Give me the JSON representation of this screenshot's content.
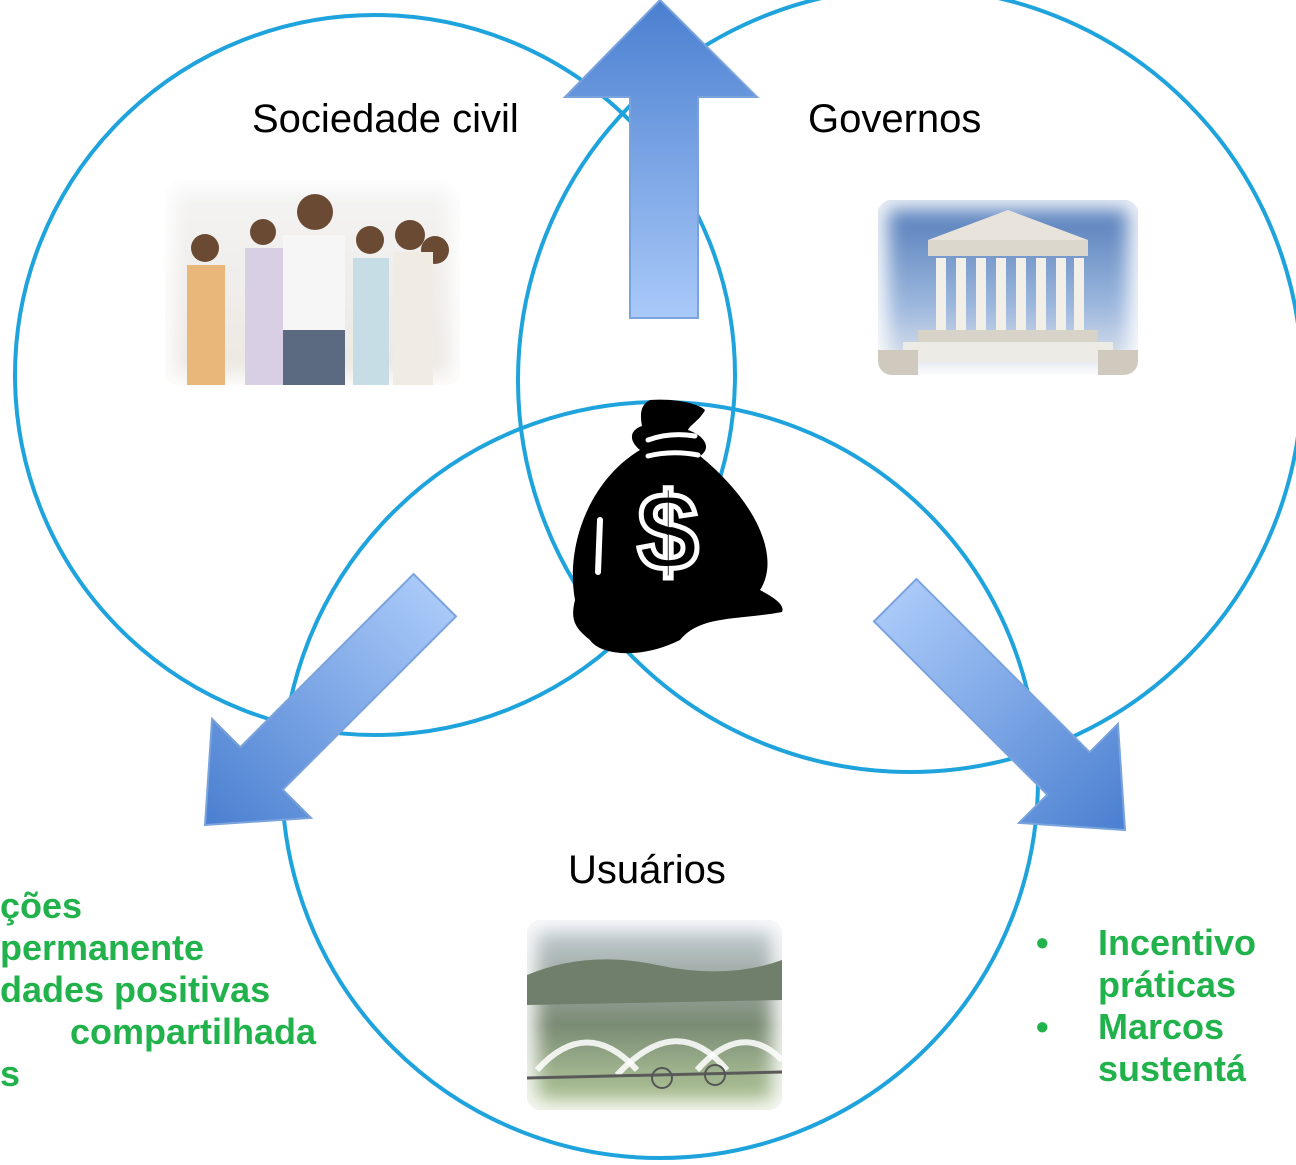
{
  "circles": {
    "top_left_label": "Sociedade civil",
    "top_right_label": "Governos",
    "bottom_label": "Usuários"
  },
  "center_icon": "money-bag-icon",
  "left_list": {
    "lines": [
      "ções",
      "permanente",
      "dades positivas",
      "compartilhada",
      "s"
    ]
  },
  "right_list": {
    "items": [
      {
        "bullet": "•",
        "line1": "Incentivo",
        "line2": "práticas"
      },
      {
        "bullet": "•",
        "line1": "Marcos",
        "line2": "sustentá"
      }
    ]
  },
  "colors": {
    "circle_stroke": "#1fa3dc",
    "arrow_dark": "#4f86d3",
    "arrow_light": "#a7c7f6",
    "list_text": "#21b24b"
  }
}
